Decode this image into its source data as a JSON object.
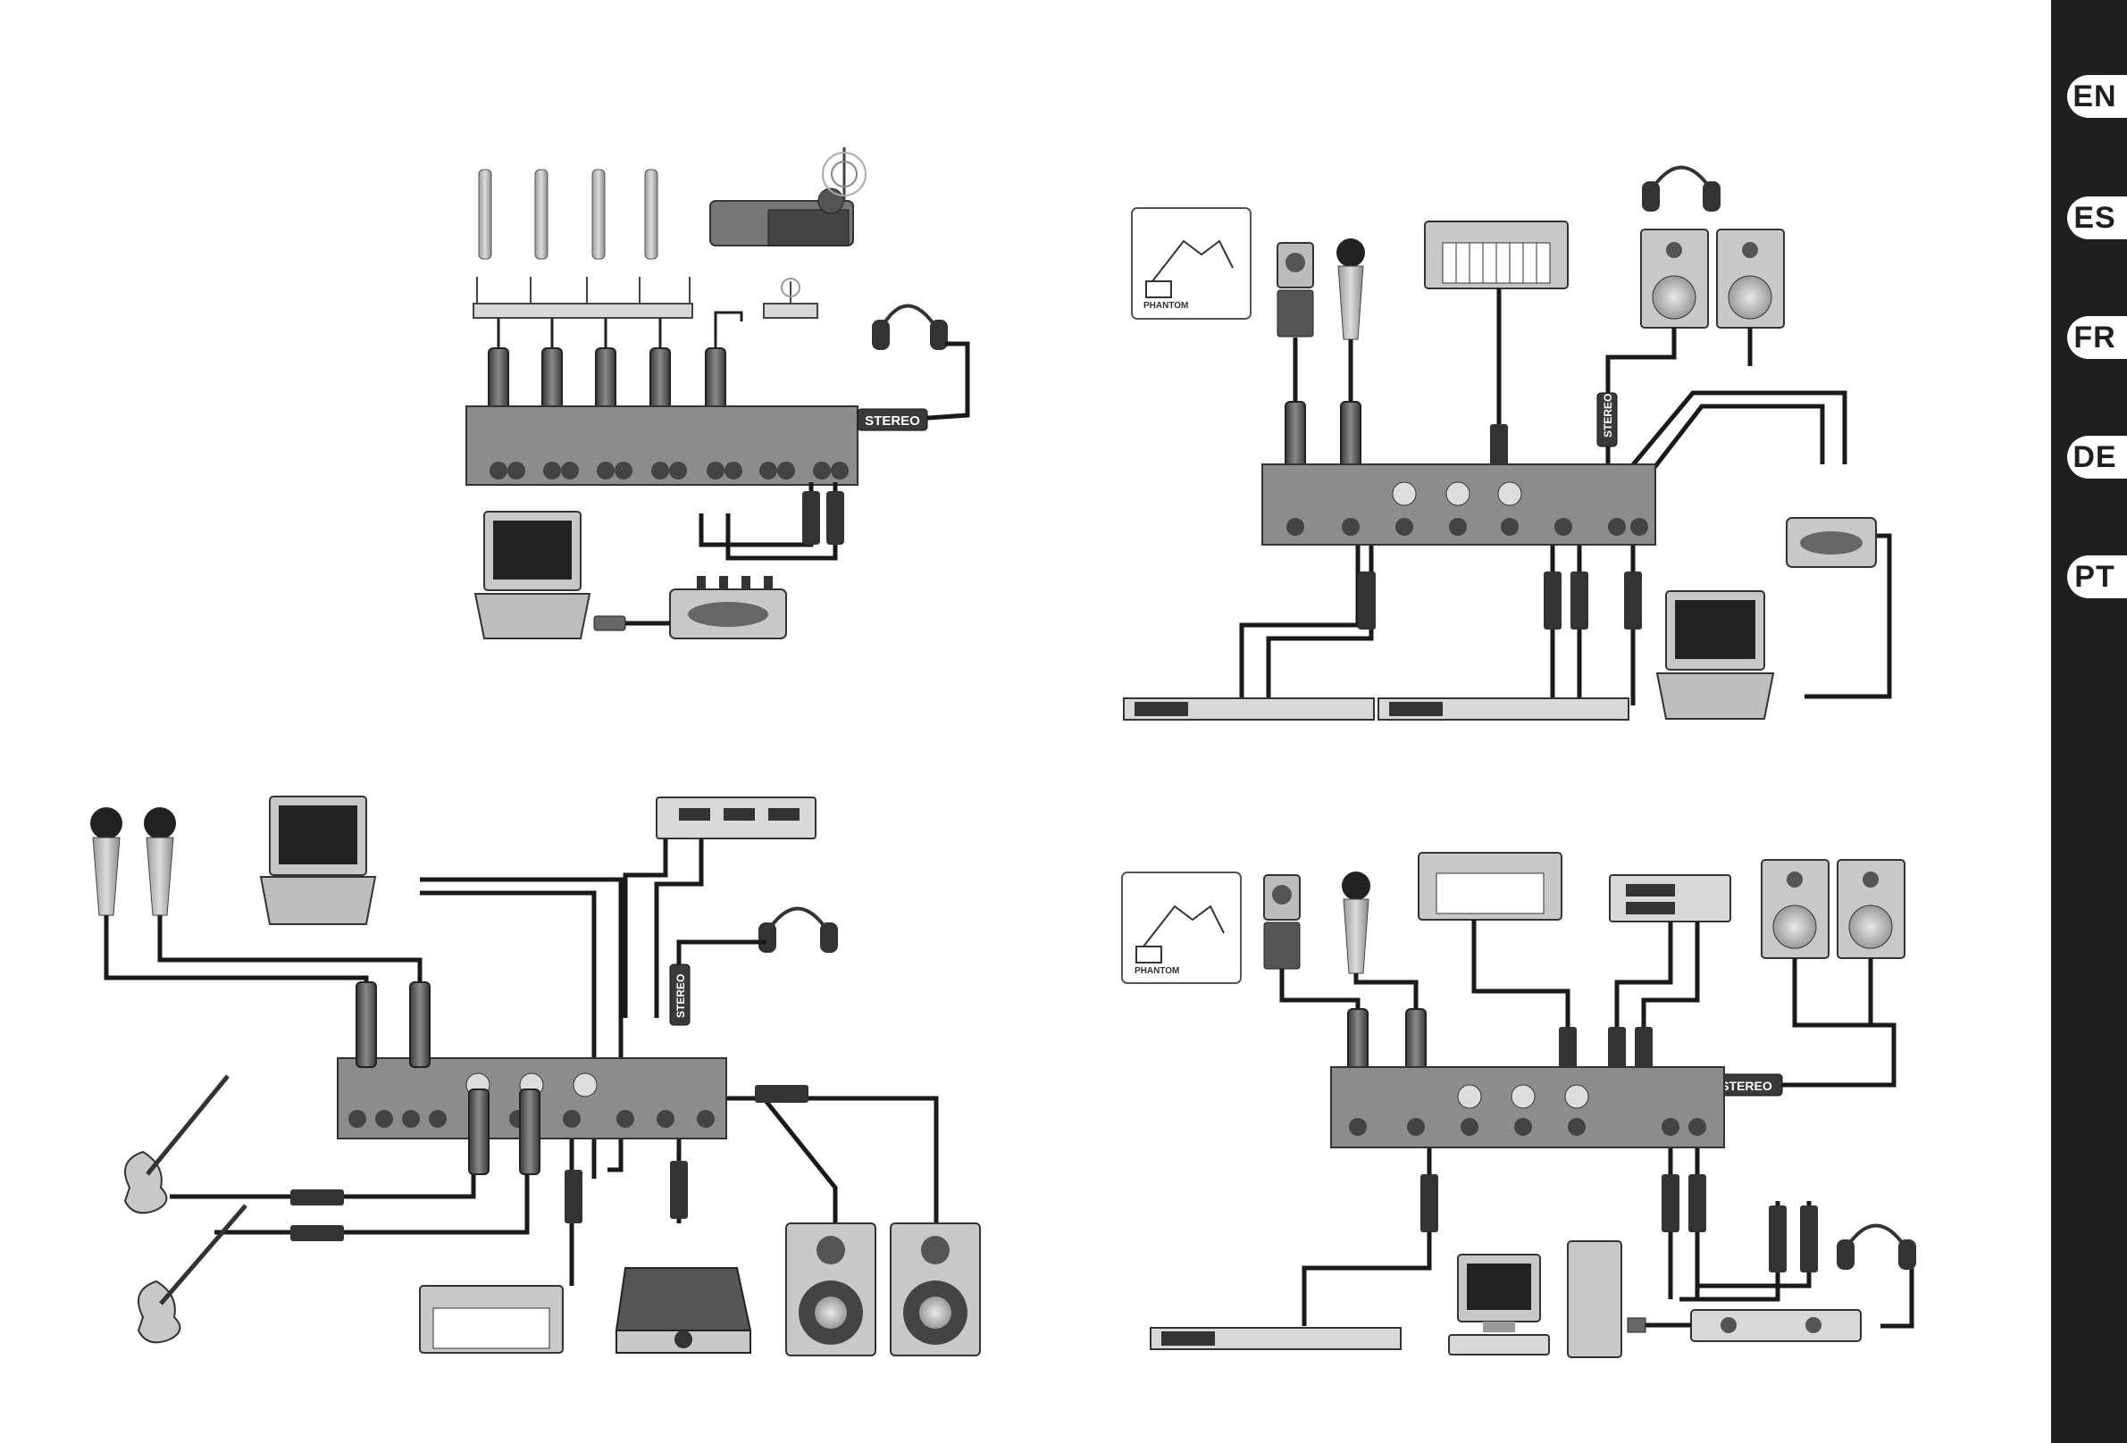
{
  "languages": [
    "EN",
    "ES",
    "FR",
    "DE",
    "PT"
  ],
  "labels": {
    "stereo": "STEREO",
    "phantom": "PHANTOM"
  },
  "colors": {
    "rail": "#1f1f1f",
    "mixer": "#8c8c8c",
    "device": "#c8c8c8",
    "cable": "#1a1a1a",
    "connector": "#555555"
  }
}
